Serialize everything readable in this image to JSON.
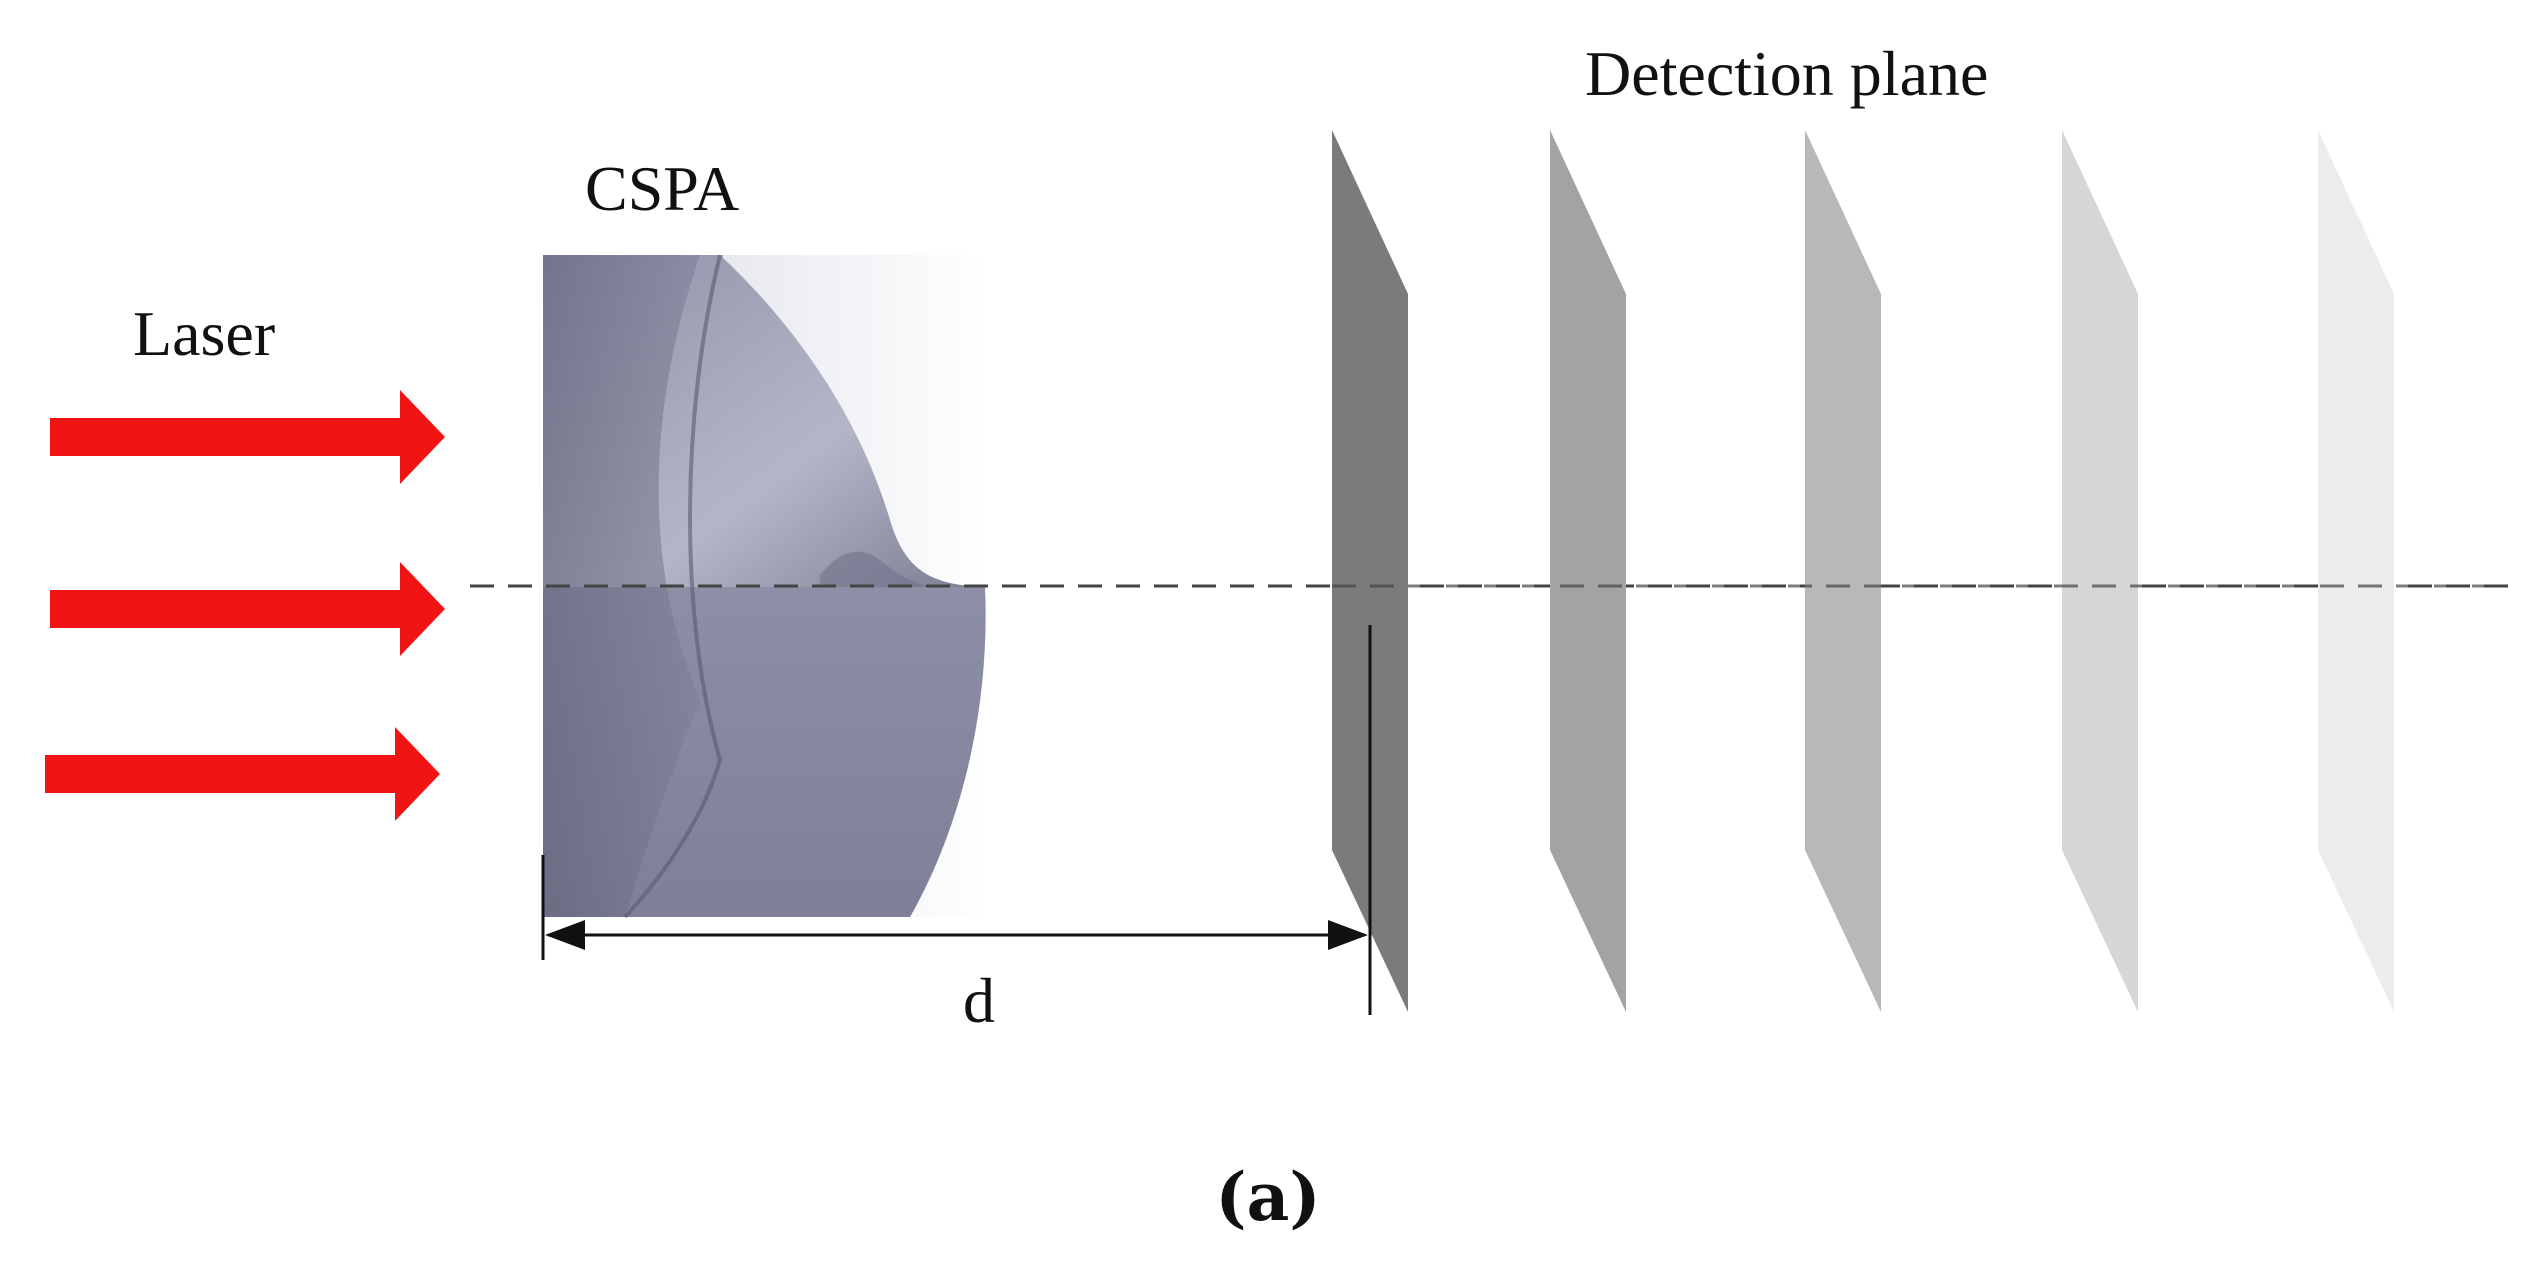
{
  "labels": {
    "laser": "Laser",
    "cspa": "CSPA",
    "detection_plane": "Detection plane",
    "distance": "d",
    "caption": "(a)"
  },
  "colors": {
    "laser_arrow": "#f01414",
    "lens_dark": "#6f7288",
    "lens_mid": "#8d90a6",
    "lens_light": "#c9cbd8",
    "plane_1": "#7b7b7b",
    "plane_2": "#a3a3a3",
    "plane_3": "#b8b8b8",
    "plane_4": "#d6d6d6",
    "plane_5": "#ececec",
    "axis_line": "#444444"
  },
  "laser_arrows_count": 3,
  "detection_planes_count": 5
}
